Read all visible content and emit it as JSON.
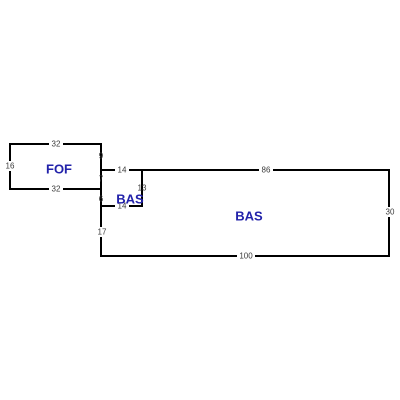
{
  "areas": {
    "fof": "FOF",
    "bas_small": "BAS",
    "bas_main": "BAS"
  },
  "dimensions": {
    "fof_top": "32",
    "fof_bottom": "32",
    "fof_left": "16",
    "fof_right_upper": "9",
    "fof_right_lower": "7",
    "connector_left": "6",
    "bump_top": "14",
    "bump_right": "13",
    "bump_bottom": "14",
    "bas_top": "86",
    "bas_right": "30",
    "bas_bottom": "100",
    "bas_left_lower": "17"
  },
  "colors": {
    "walls": "#000000",
    "area_labels": "#2222aa",
    "dimension_text": "#3a3a3a"
  }
}
